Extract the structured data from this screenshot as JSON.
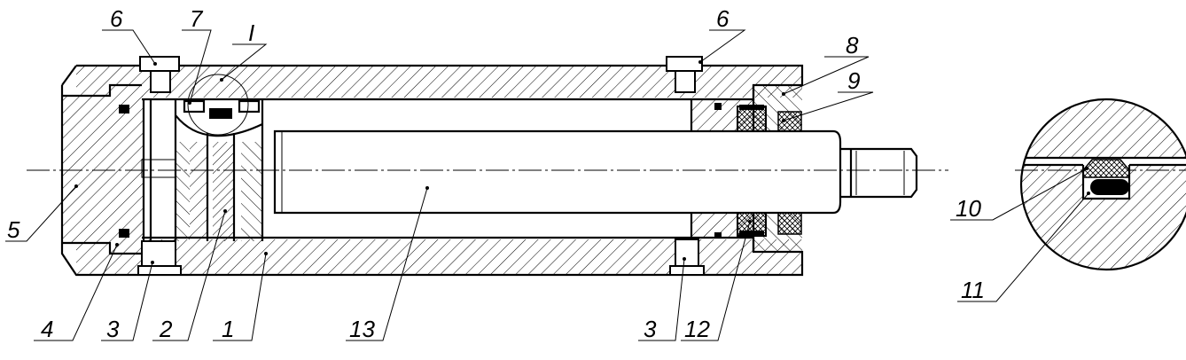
{
  "labels": {
    "l6a": "6",
    "l7": "7",
    "lI": "I",
    "l6b": "6",
    "l8": "8",
    "l9": "9",
    "l5": "5",
    "l4": "4",
    "l3a": "3",
    "l2": "2",
    "l1": "1",
    "l13": "13",
    "l3b": "3",
    "l12": "12",
    "l10": "10",
    "l11": "11"
  }
}
